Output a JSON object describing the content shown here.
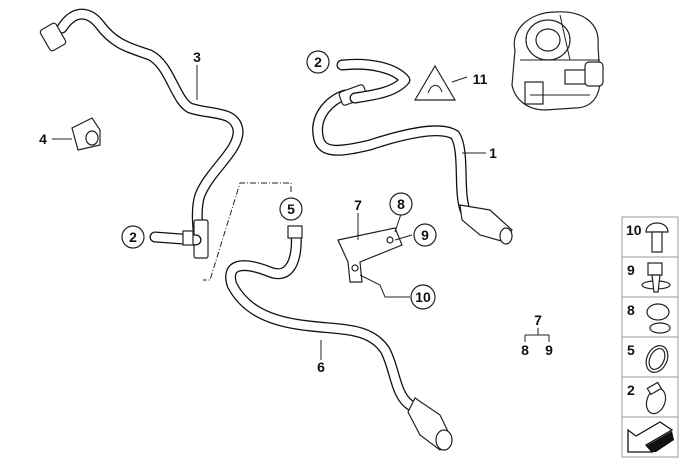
{
  "diagram": {
    "callouts": {
      "part_1": "1",
      "part_2_upper": "2",
      "part_2_left": "2",
      "part_3": "3",
      "part_4": "4",
      "part_5": "5",
      "part_6": "6",
      "part_7": "7",
      "part_8": "8",
      "part_9": "9",
      "part_10": "10",
      "part_11": "11"
    },
    "group_legend": {
      "top": "7",
      "left": "8",
      "right": "9"
    },
    "parts_sidebar": [
      {
        "label": "10",
        "icon": "bolt-icon"
      },
      {
        "label": "9",
        "icon": "clip-icon"
      },
      {
        "label": "8",
        "icon": "holder-icon"
      },
      {
        "label": "5",
        "icon": "hose-clamp-icon"
      },
      {
        "label": "2",
        "icon": "hose-clamp-screw-icon"
      },
      {
        "label": "",
        "icon": "arrow-icon"
      }
    ]
  }
}
